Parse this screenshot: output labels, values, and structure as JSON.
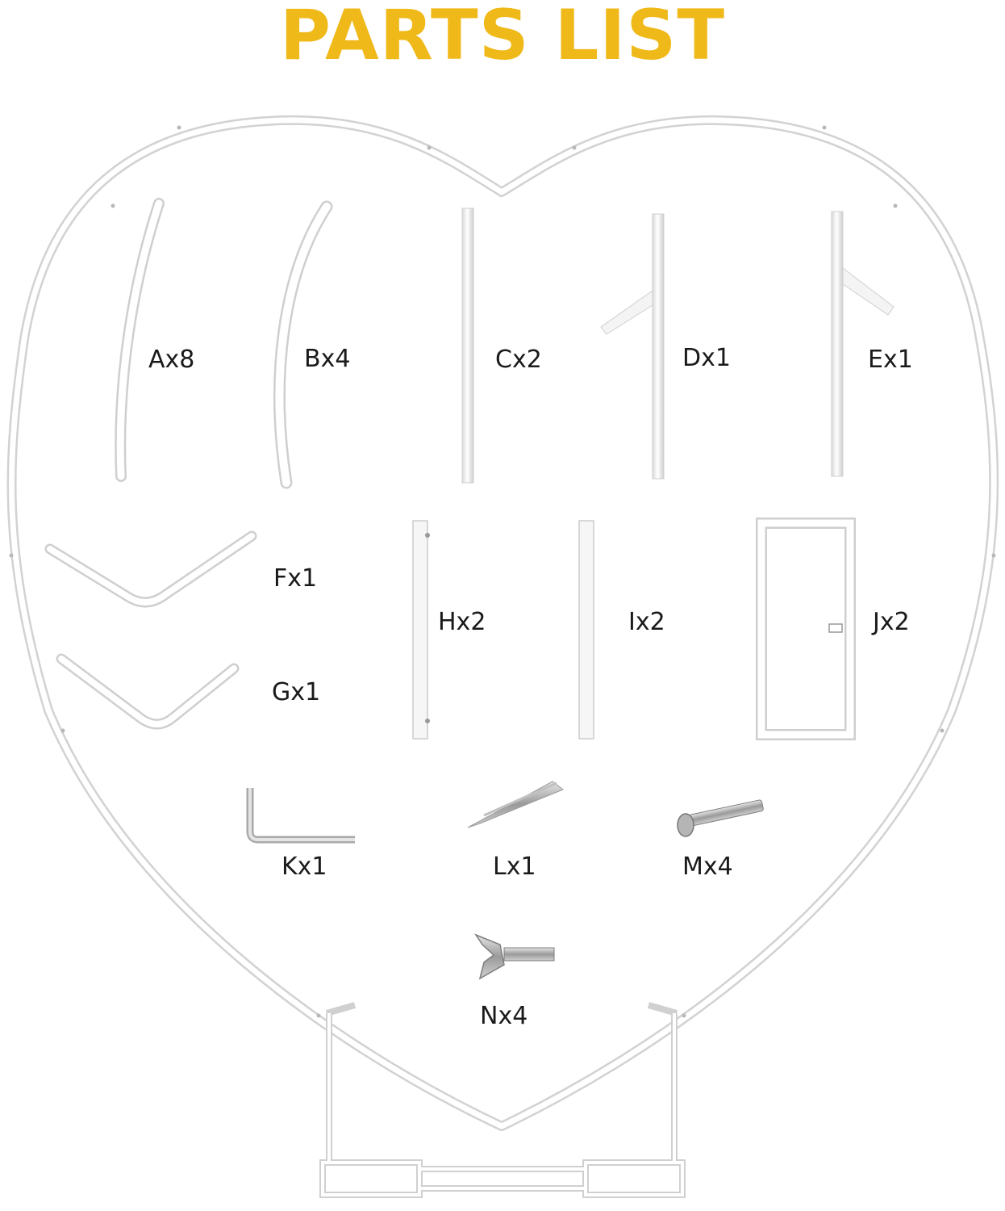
{
  "title": "PARTS LIST",
  "colors": {
    "title": "#f0b91a",
    "frame": "#ffffff",
    "frame_outline": "#d6d6d6",
    "metal": "#a9a9a9"
  },
  "parts": [
    {
      "id": "A",
      "label": "Ax8",
      "icon": "curved-tube-icon"
    },
    {
      "id": "B",
      "label": "Bx4",
      "icon": "curved-tube-icon"
    },
    {
      "id": "C",
      "label": "Cx2",
      "icon": "straight-tube-icon"
    },
    {
      "id": "D",
      "label": "Dx1",
      "icon": "tube-with-bracket-icon"
    },
    {
      "id": "E",
      "label": "Ex1",
      "icon": "tube-with-bracket-icon"
    },
    {
      "id": "F",
      "label": "Fx1",
      "icon": "v-shaped-tube-icon"
    },
    {
      "id": "G",
      "label": "Gx1",
      "icon": "v-shaped-tube-icon"
    },
    {
      "id": "H",
      "label": "Hx2",
      "icon": "square-bar-icon"
    },
    {
      "id": "I",
      "label": "Ix2",
      "icon": "square-bar-icon"
    },
    {
      "id": "J",
      "label": "Jx2",
      "icon": "rectangular-frame-icon"
    },
    {
      "id": "K",
      "label": "Kx1",
      "icon": "hex-key-icon"
    },
    {
      "id": "L",
      "label": "Lx1",
      "icon": "ground-stake-icon"
    },
    {
      "id": "M",
      "label": "Mx4",
      "icon": "hex-bolt-icon"
    },
    {
      "id": "N",
      "label": "Nx4",
      "icon": "wing-screw-icon"
    }
  ]
}
